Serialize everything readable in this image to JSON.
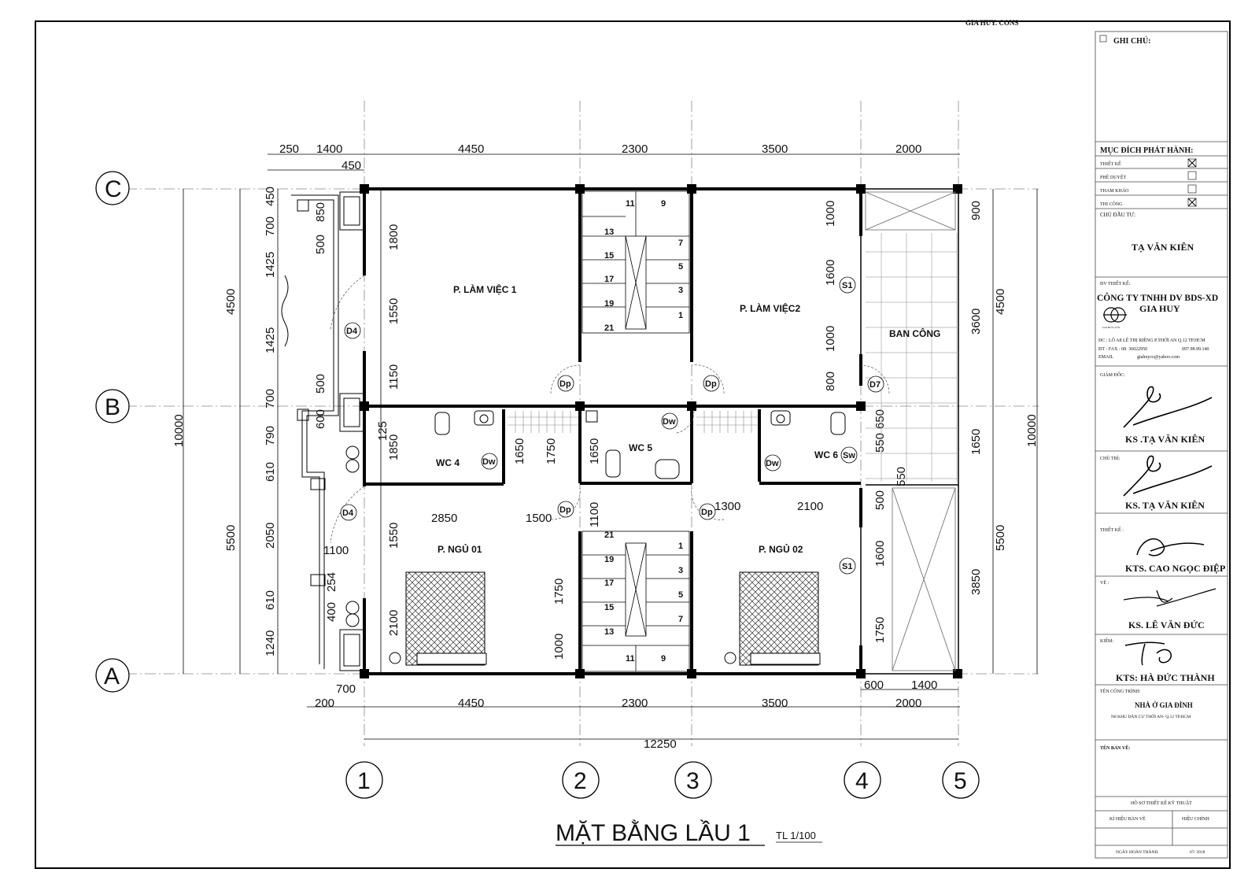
{
  "header": {
    "brand": "GIA HUY. CONS"
  },
  "title": {
    "main": "MẶT BẰNG LẦU 1",
    "scale": "TL 1/100"
  },
  "grid": {
    "rows": [
      "C",
      "B",
      "A"
    ],
    "cols": [
      "1",
      "2",
      "3",
      "4",
      "5"
    ]
  },
  "dims": {
    "top": [
      "250",
      "1400",
      "4450",
      "2300",
      "3500",
      "2000"
    ],
    "top2": "450",
    "bottom": [
      "4450",
      "2300",
      "3500",
      "2000"
    ],
    "bottom_total": "12250",
    "bottom_small": [
      "700",
      "200",
      "600",
      "1400"
    ],
    "left_total": [
      "4500",
      "5500"
    ],
    "left_all": "10000",
    "left_detail": [
      "450",
      "700",
      "1425",
      "1425",
      "700",
      "790",
      "610",
      "2050",
      "610",
      "1240"
    ],
    "left_inner": [
      "850",
      "500",
      "500",
      "600",
      "254",
      "400",
      "1100"
    ],
    "right_total": [
      "4500",
      "5500"
    ],
    "right_all": "10000",
    "right_detail": [
      "900",
      "3600",
      "1650",
      "3850"
    ],
    "col_inner_a": [
      "1800",
      "1550",
      "1150",
      "125",
      "1850",
      "1550",
      "2100"
    ],
    "mid": [
      "2850",
      "1500",
      "1300",
      "2100"
    ],
    "wc": [
      "1650",
      "1750",
      "1650",
      "1100",
      "1750",
      "1000"
    ],
    "right_inner": [
      "1000",
      "1600",
      "1000",
      "800",
      "650",
      "550",
      "550",
      "500",
      "1600",
      "1750"
    ]
  },
  "rooms": {
    "lv1": "P. LÀM VIỆC 1",
    "lv2": "P. LÀM VIỆC2",
    "balcony": "BAN CÔNG",
    "wc4": "WC 4",
    "wc5": "WC 5",
    "wc6": "WC 6",
    "bed1": "P. NGỦ 01",
    "bed2": "P. NGỦ 02"
  },
  "doors": {
    "d4a": "D4",
    "d4b": "D4",
    "dp1": "Dp",
    "dp2": "Dp",
    "dp3": "Dp",
    "dp4": "Dp",
    "dw1": "Dw",
    "dw2": "Dw",
    "dw3": "Dw",
    "sw": "Sw",
    "d7": "D7",
    "s1a": "S1",
    "s1b": "S1"
  },
  "stairs_top": [
    "11",
    "9",
    "13",
    "7",
    "15",
    "5",
    "17",
    "3",
    "19",
    "1",
    "21"
  ],
  "stairs_bottom": [
    "21",
    "1",
    "19",
    "3",
    "17",
    "5",
    "15",
    "7",
    "13",
    "11",
    "9"
  ],
  "title_block": {
    "notes": "GHI CHÚ:",
    "purpose": "MỤC ĐÍCH PHÁT HÀNH:",
    "options": [
      "THIẾT KẾ",
      "PHÊ DUYỆT",
      "THAM KHẢO",
      "THI CÔNG"
    ],
    "checked": [
      true,
      false,
      false,
      true
    ],
    "owner_label": "CHỦ ĐẦU TƯ:",
    "owner": "TẠ VĂN KIÊN",
    "designer_label": "ĐV THIẾT KẾ:",
    "company1": "CÔNG TY TNHH DV BDS-XD",
    "company2": "GIA HUY",
    "logo_caption": "GIA HUY.,LTD",
    "address": "ĐC : LÔ A8 LÊ THỊ RIÊNG P.THỚI AN Q.12 TP.HCM",
    "phone": "ĐT - FAX : 08. 36022950",
    "mobile": "097.98.99.140",
    "email_label": "EMAIL",
    "email": "giahuyco@yahoo.com",
    "director_label": "GIÁM ĐỐC:",
    "director": "KS .TẠ VĂN KIÊN",
    "lead_label": "CHỦ TRÌ:",
    "lead": "KS. TẠ VĂN KIÊN",
    "design_label": "THIẾT KẾ :",
    "design": "KTS. CAO NGỌC ĐIỆP",
    "draw_label": "VẼ :",
    "draw": "KS. LÊ VĂN ĐỨC",
    "check_label": "KIỂM:",
    "check": "KTS: HÀ ĐỨC THÀNH",
    "project_label": "TÊN CÔNG TRÌNH:",
    "project": "NHÀ Ở GIA ĐÌNH",
    "project_addr": "N8 KHU DÂN CƯ THỚI AN- Q.12 TP.HCM",
    "sheet_label": "TÊN BẢN VẼ:",
    "dossier": "HỒ SƠ THIẾT KẾ KỸ THUẬT",
    "symbol": "KÍ HIỆU BẢN VẼ",
    "revision": "HIỆU CHỈNH",
    "date_label": "NGÀY HOÀN THÀNH",
    "date": "07/ 2018"
  }
}
